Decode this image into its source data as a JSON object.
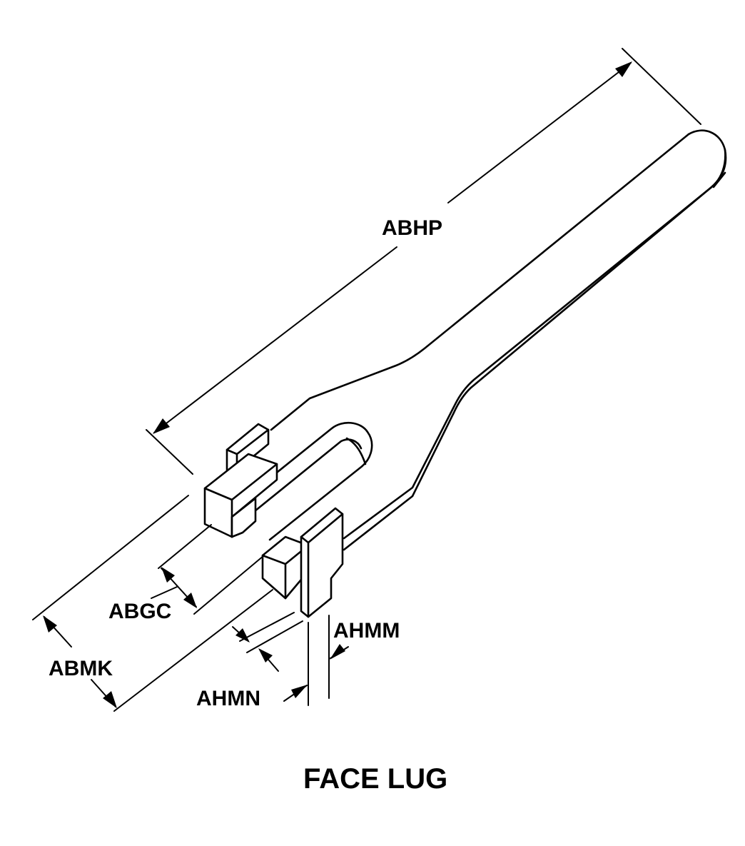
{
  "diagram": {
    "title": "FACE LUG",
    "dimensions": {
      "abhp": "ABHP",
      "abgc": "ABGC",
      "abmk": "ABMK",
      "ahmm": "AHMM",
      "ahmn": "AHMN"
    }
  }
}
